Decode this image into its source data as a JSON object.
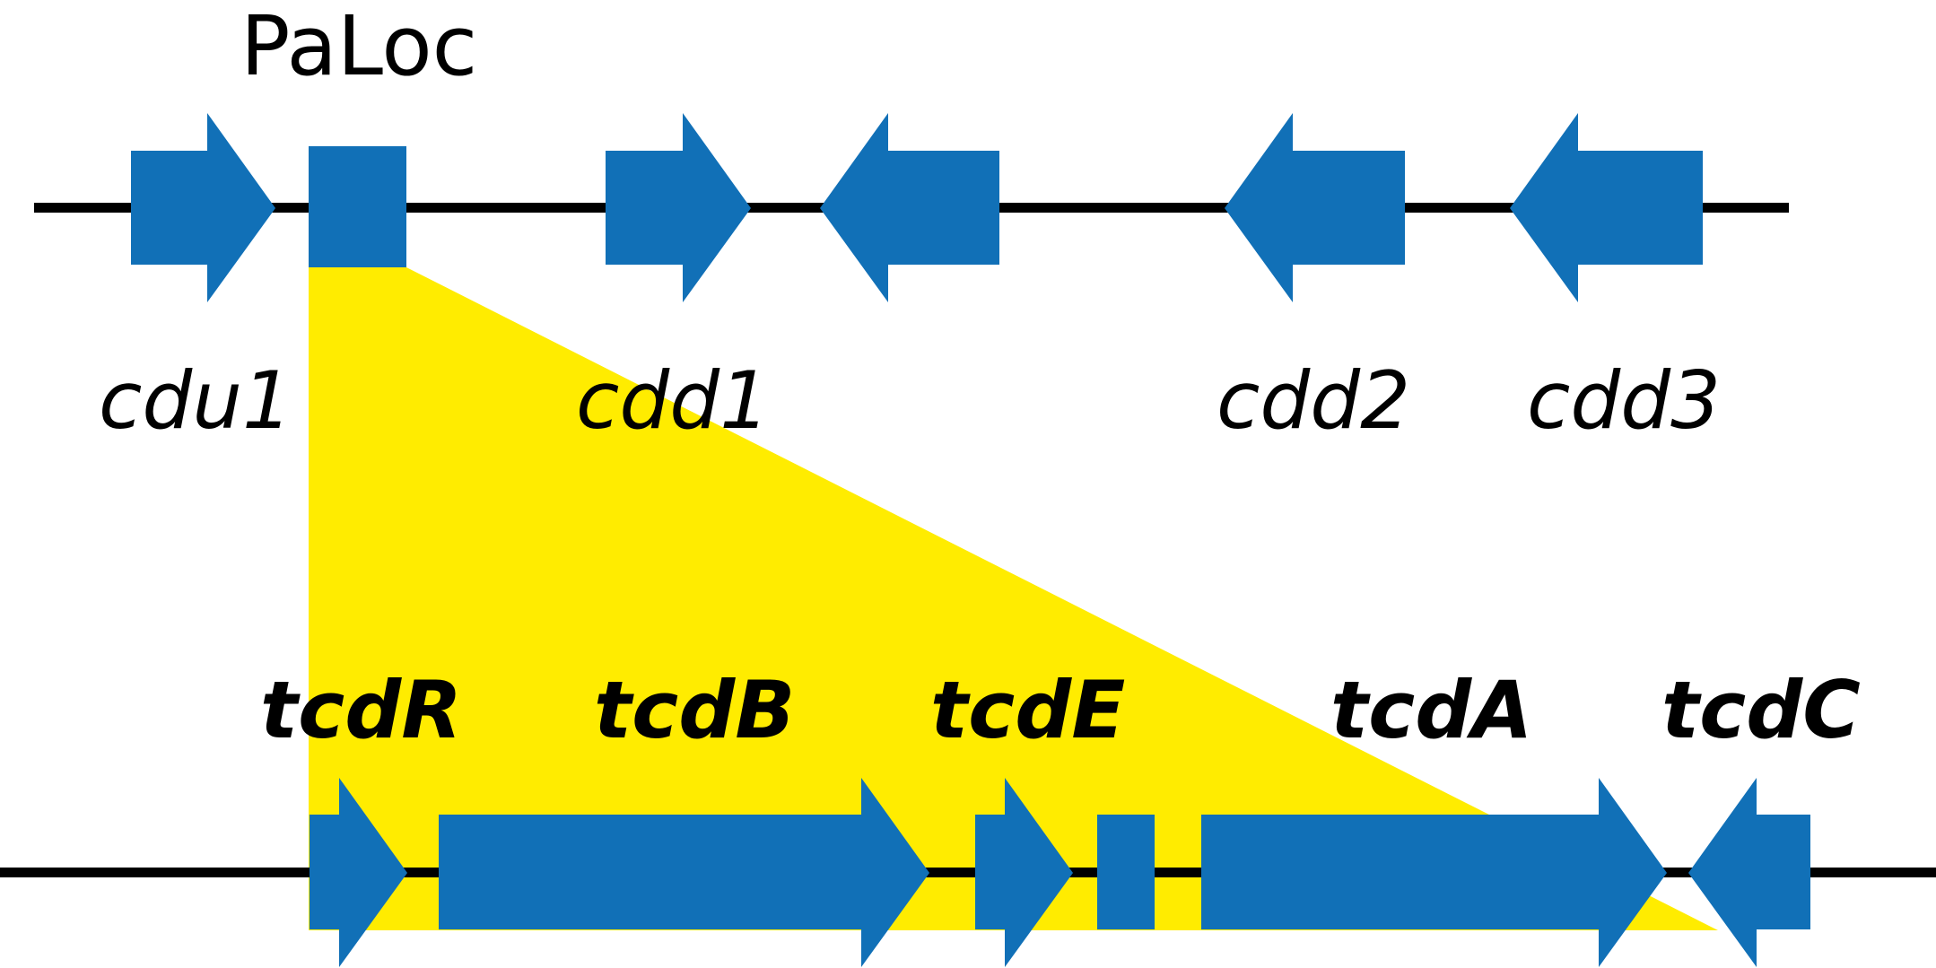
{
  "title": "PaLoc",
  "colors": {
    "gene": "#1170b7",
    "highlight": "#ffec00",
    "line": "#000000",
    "background": "#ffffff"
  },
  "top_track": {
    "labels": {
      "cdu1": "cdu1",
      "cdd1": "cdd1",
      "cdd2": "cdd2",
      "cdd3": "cdd3"
    }
  },
  "bottom_track": {
    "labels": {
      "tcdR": "tcdR",
      "tcdB": "tcdB",
      "tcdE": "tcdE",
      "tcdA": "tcdA",
      "tcdC": "tcdC"
    }
  }
}
